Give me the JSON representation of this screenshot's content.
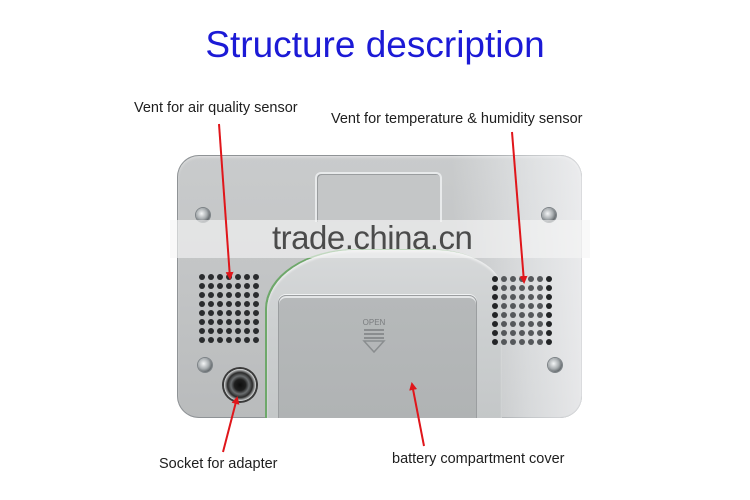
{
  "title": "Structure description",
  "labels": {
    "air_vent": "Vent for air quality sensor",
    "temp_vent": "Vent for temperature  & humidity sensor",
    "socket": "Socket for adapter",
    "battery": "battery compartment cover"
  },
  "device": {
    "open_mark": "OPEN",
    "vent_rows": 8,
    "vent_cols": 7
  },
  "watermark": "trade.china.cn",
  "colors": {
    "title": "#1c1ad6",
    "arrow": "#e0161b",
    "label": "#1e1e1e"
  }
}
